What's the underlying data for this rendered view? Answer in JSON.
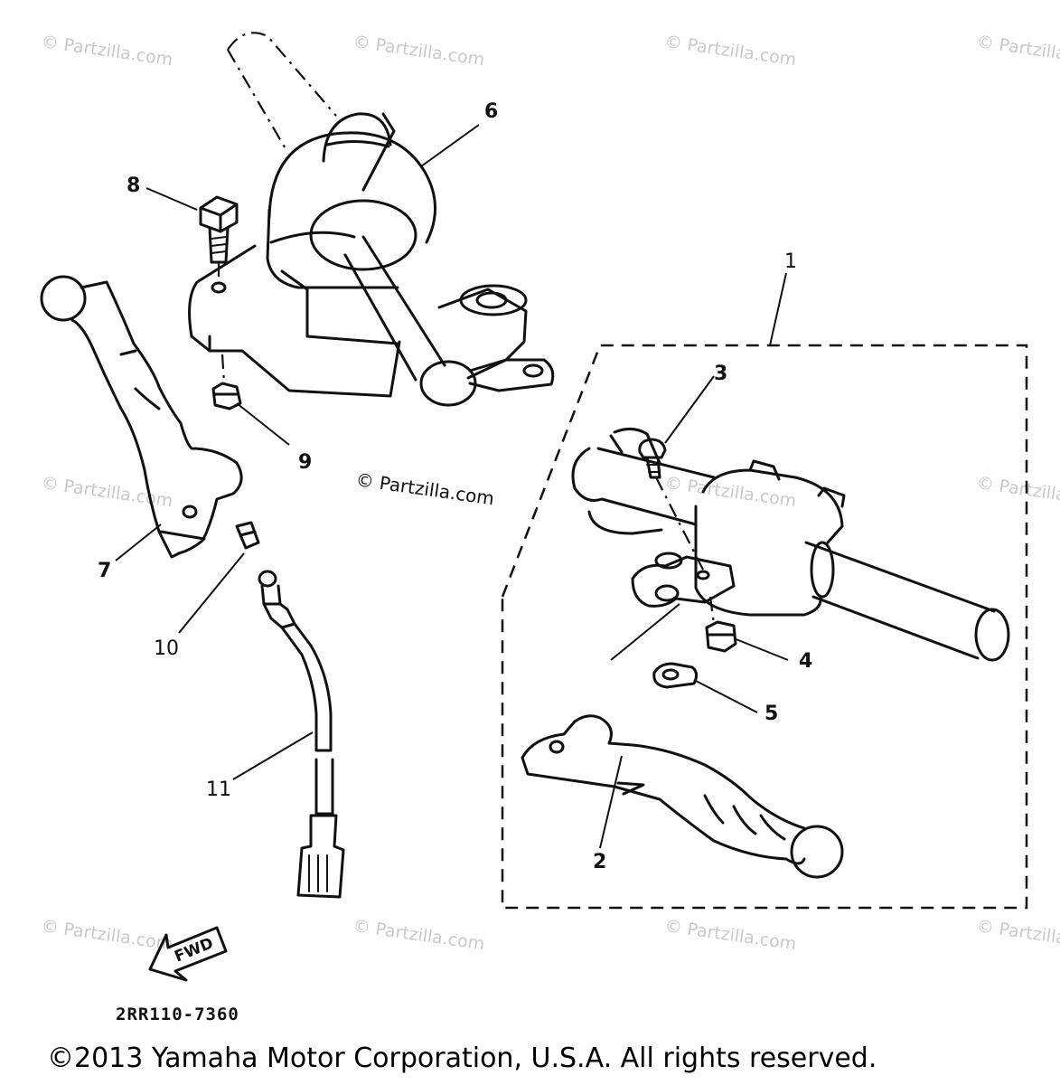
{
  "watermarks": [
    "© Partzilla.com",
    "© Partzilla.com",
    "© Partzilla.com",
    "© Partzilla.com",
    "© Partzilla.com",
    "© Partzilla.com",
    "© Partzilla.com",
    "© Partzilla.com",
    "© Partzilla.com",
    "© Partzilla.com",
    "© Partzilla.com"
  ],
  "center_watermark": "© Partzilla.com",
  "callouts": {
    "c1": "1",
    "c2": "2",
    "c3": "3",
    "c4": "4",
    "c5": "5",
    "c6": "6",
    "c7": "7",
    "c8": "8",
    "c9": "9",
    "c10": "10",
    "c11": "11"
  },
  "fwd_label": "FWD",
  "reference_code": "2RR110-7360",
  "copyright": "©2013 Yamaha Motor Corporation, U.S.A. All rights reserved."
}
